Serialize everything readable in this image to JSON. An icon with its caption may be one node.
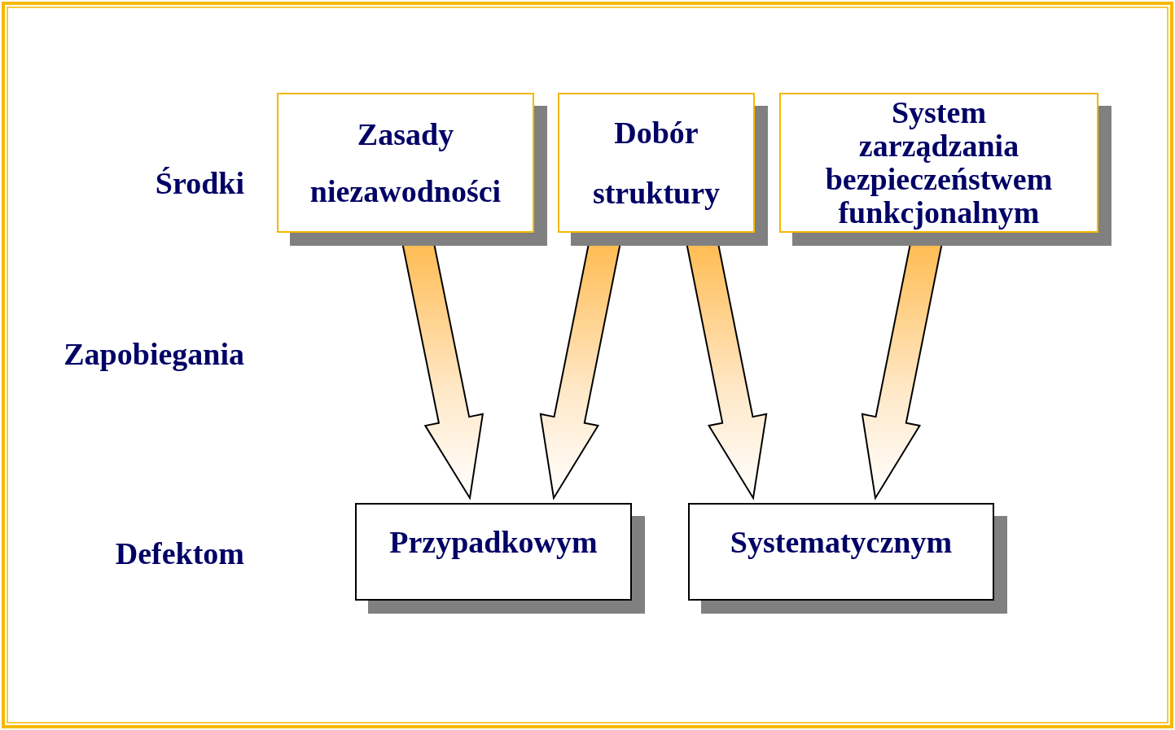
{
  "diagram": {
    "nodes": [
      {
        "text": [
          "Zasady niezawodności"
        ]
      },
      {
        "text": [
          "Dobór struktury"
        ]
      },
      {
        "text": [
          "System zarządzania bezpieczeństwem funkcjonalnym"
        ]
      },
      {
        "text": [
          "Przypadkowym"
        ]
      },
      {
        "text": [
          "Systematycznym"
        ]
      }
    ],
    "edges": [
      {
        "from": 0,
        "to": 3,
        "arrow": "to"
      },
      {
        "from": 1,
        "to": 3,
        "arrow": "to"
      },
      {
        "from": 1,
        "to": 4,
        "arrow": "to"
      },
      {
        "from": 2,
        "to": 4,
        "arrow": "to"
      }
    ],
    "labels": [
      "Środki",
      "Zapobiegania",
      "Defektom"
    ]
  }
}
